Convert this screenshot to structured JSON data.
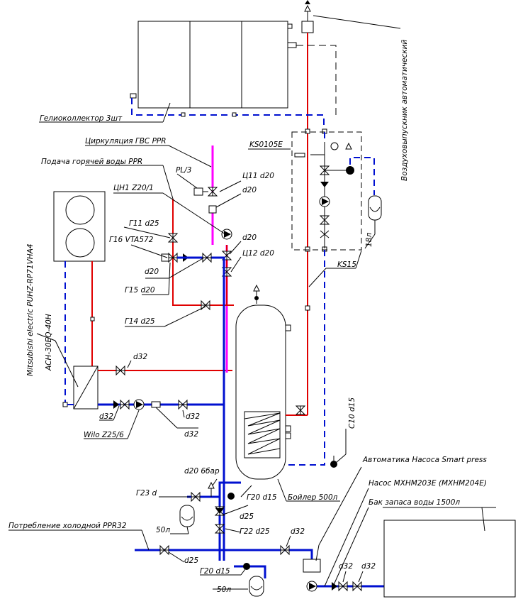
{
  "labels": {
    "collector": "Гелиоколлектор 3шт",
    "air_vent": "Воздуховыпускник автоматический",
    "ks0105e": "KS0105E",
    "dhw_circulation": "Циркуляция ГВС PPR",
    "hot_supply": "Подача горячей воды PPR",
    "pl3": "PL/3",
    "c11": "Ц11 d20",
    "d20_a": "d20",
    "cn1": "ЦН1 Z20/1",
    "g11": "Г11 d25",
    "g16": "Г16 VTA572",
    "d20_b": "d20",
    "c12": "Ц12 d20",
    "d20_c": "d20",
    "g15": "Г15 d20",
    "g14": "Г14 d25",
    "ks15": "KS15",
    "heat_pump": "Mitsubishi electric PUHZ-RP71VHA4",
    "exchanger": "ACH-30EQ-40H",
    "d32_a": "d32",
    "d32_b": "d32",
    "d32_c": "d32",
    "d32_d": "d32",
    "wilo": "Wilo Z25/6",
    "c10": "С10 d15",
    "exp_18": "18л",
    "smart_press": "Автоматика Насоса Smart press",
    "d20_6bar": "d20 6бар",
    "g23": "Г23 d",
    "g20_a": "Г20 d15",
    "boiler": "Бойлер 500л",
    "pump_mxhm": "Насос MXHM203E (MXHM204E)",
    "d25_a": "d25",
    "g22": "Г22 d25",
    "tank": "Бак запаса воды 1500л",
    "cold_use": "Потребление холодной PPR32",
    "l50_a": "50л",
    "d32_e": "d32",
    "d25_b": "d25",
    "g20_b": "Г20 d15",
    "d32_f": "d32",
    "d32_g": "d32",
    "l50_b": "50л"
  },
  "colors": {
    "supply_hot": "#e00000",
    "cold_water": "#0010d0",
    "dhw_circulation": "#ff00ff",
    "outline": "#000000"
  }
}
